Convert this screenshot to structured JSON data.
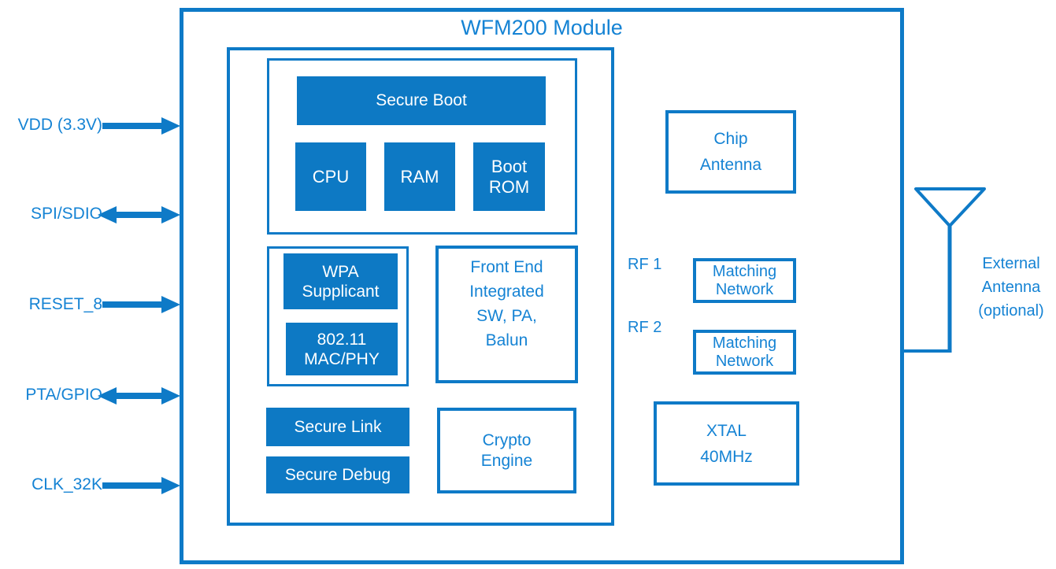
{
  "title": "WFM200 Module",
  "colors": {
    "fill": "#0d79c4",
    "stroke": "#0e7ac7",
    "btext": "#1583d4"
  },
  "ports": [
    {
      "label": "VDD (3.3V)",
      "direction": "input"
    },
    {
      "label": "SPI/SDIO",
      "direction": "bidirectional"
    },
    {
      "label": "RESET_8",
      "direction": "input"
    },
    {
      "label": "PTA/GPIO",
      "direction": "bidirectional"
    },
    {
      "label": "CLK_32K",
      "direction": "input"
    }
  ],
  "blocks": {
    "secure_boot": {
      "label": "Secure Boot"
    },
    "cpu": {
      "label": "CPU"
    },
    "ram": {
      "label": "RAM"
    },
    "boot_rom": {
      "label": "Boot\nROM"
    },
    "wpa_supplicant": {
      "label": "WPA\nSupplicant"
    },
    "mac_phy": {
      "label": "802.11\nMAC/PHY"
    },
    "front_end": {
      "label": "Front End\nIntegrated\nSW, PA,\nBalun"
    },
    "secure_link": {
      "label": "Secure Link"
    },
    "secure_debug": {
      "label": "Secure Debug"
    },
    "crypto_engine": {
      "label": "Crypto\nEngine"
    },
    "chip_antenna": {
      "label": "Chip\nAntenna"
    },
    "matching_network_1": {
      "label": "Matching\nNetwork"
    },
    "matching_network_2": {
      "label": "Matching\nNetwork"
    },
    "xtal": {
      "label": "XTAL\n40MHz"
    }
  },
  "rf_labels": {
    "rf1": "RF 1",
    "rf2": "RF 2"
  },
  "external_antenna": {
    "label": "External\nAntenna\n(optional)"
  }
}
